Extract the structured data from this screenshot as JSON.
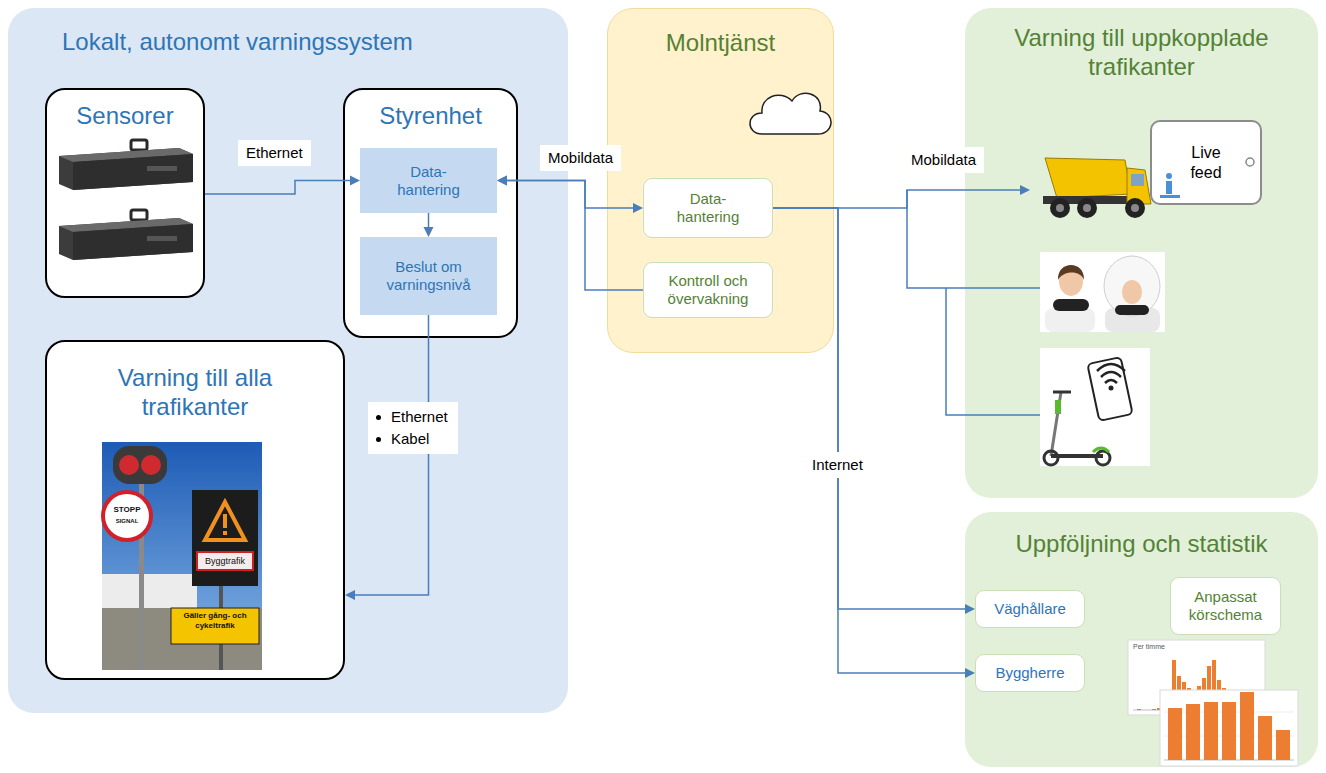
{
  "diagram": {
    "nodes": [
      {
        "text": [
          "Lokalt, autonomt varningssystem"
        ]
      },
      {
        "text": [
          "Sensorer"
        ],
        "in": 0
      },
      {
        "text": [
          "Styrenhet"
        ],
        "in": 0
      },
      {
        "text": [
          "Data- hantering"
        ],
        "in": 2
      },
      {
        "text": [
          "Beslut om varningsnivå"
        ],
        "in": 2
      },
      {
        "text": [
          "Varning till alla trafikanter"
        ],
        "in": 0
      },
      {
        "text": [
          "Molntjänst"
        ]
      },
      {
        "text": [
          "Data- hantering"
        ],
        "in": 6
      },
      {
        "text": [
          "Kontroll och övervakning"
        ],
        "in": 6
      },
      {
        "text": [
          "Varning till uppkopplade trafikanter"
        ]
      },
      {
        "text": [
          "Live feed"
        ],
        "in": 9
      },
      {
        "text": [
          "Uppföljning och statistik"
        ]
      },
      {
        "text": [
          "Väghållare"
        ],
        "in": 11
      },
      {
        "text": [
          "Byggherre"
        ],
        "in": 11
      },
      {
        "text": [
          "Anpassat körschema"
        ],
        "in": 11
      }
    ],
    "edges": [
      {
        "from": 1,
        "to": 3,
        "label": "Ethernet",
        "arrow": "to"
      },
      {
        "from": 3,
        "to": 4,
        "arrow": "to"
      },
      {
        "from": 3,
        "to": 7,
        "label": "Mobildata",
        "arrow": "both"
      },
      {
        "from": 8,
        "to": 3,
        "arrow": "to"
      },
      {
        "from": 4,
        "to": 5,
        "arrow": "to"
      },
      {
        "from": 7,
        "to": 9,
        "label": "Mobildata",
        "arrow": "to"
      },
      {
        "from": 7,
        "to": 12,
        "label": "Internet",
        "arrow": "to"
      },
      {
        "from": 7,
        "to": 13,
        "arrow": "to"
      }
    ],
    "labels": [
      "Ethernet",
      "Kabel",
      "STOPP",
      "SIGNAL",
      "Byggtrafik",
      "Gäller gång- och cykeltrafik",
      "Per timme"
    ]
  }
}
